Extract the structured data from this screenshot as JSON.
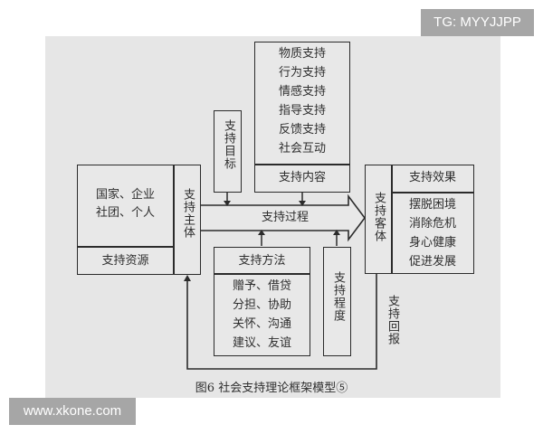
{
  "watermarks": {
    "top_right": "TG: MYYJJPP",
    "bottom_left": "www.xkone.com"
  },
  "diagram": {
    "caption": "图6  社会支持理论框架模型⑤",
    "support_subject": {
      "label": "支持主体",
      "resources_label": "支持资源",
      "resources_line1": "国家、企业",
      "resources_line2": "社团、个人"
    },
    "support_goal": {
      "label": "支持目标"
    },
    "support_content": {
      "label": "支持内容",
      "items": [
        "物质支持",
        "行为支持",
        "情感支持",
        "指导支持",
        "反馈支持",
        "社会互动"
      ]
    },
    "support_process": {
      "label": "支持过程"
    },
    "support_method": {
      "label": "支持方法",
      "items": [
        "赠予、借贷",
        "分担、协助",
        "关怀、沟通",
        "建议、友谊"
      ]
    },
    "support_degree": {
      "label": "支持程度"
    },
    "support_object": {
      "label": "支持客体"
    },
    "support_effect": {
      "label": "支持效果",
      "items": [
        "摆脱困境",
        "消除危机",
        "身心健康",
        "促进发展"
      ]
    },
    "support_return": {
      "label": "支持回报"
    }
  }
}
